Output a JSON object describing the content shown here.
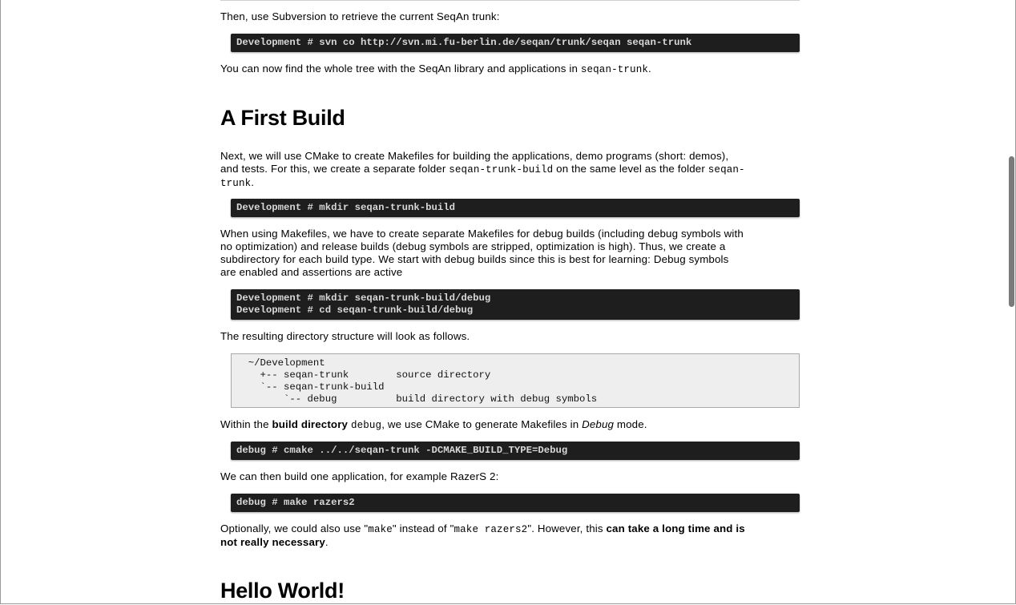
{
  "para_svn": "Then, use Subversion to retrieve the current SeqAn trunk:",
  "cmd_svn": "Development # svn co http://svn.mi.fu-berlin.de/seqan/trunk/seqan seqan-trunk",
  "para_tree_a": "You can now find the whole tree with the SeqAn library and applications in ",
  "para_tree_code": "seqan-trunk",
  "para_tree_b": ".",
  "heading_first_build": "A First Build",
  "para_next_a": "Next, we will use CMake to create Makefiles for building the applications, demo programs (short: demos),",
  "para_next_b": "and tests. For this, we create a separate folder ",
  "para_next_code1": "seqan-trunk-build",
  "para_next_c": " on the same level as the folder ",
  "para_next_code2a": "seqan-",
  "para_next_code2b": "trunk",
  "para_next_d": ".",
  "cmd_mkdir": "Development # mkdir seqan-trunk-build",
  "para_make_1": "When using Makefiles, we have to create separate Makefiles for debug builds (including debug symbols with",
  "para_make_2": "no optimization) and release builds (debug symbols are stripped, optimization is high). Thus, we create a",
  "para_make_3": "subdirectory for each build type. We start with debug builds since this is best for learning: Debug symbols",
  "para_make_4": "are enabled and assertions are active",
  "cmd_debug_1": "Development # mkdir seqan-trunk-build/debug",
  "cmd_debug_2": "Development # cd seqan-trunk-build/debug",
  "para_structure": "The resulting directory structure will look as follows.",
  "tree_lines": [
    "  ~/Development",
    "    +-- seqan-trunk        source directory",
    "    `-- seqan-trunk-build",
    "        `-- debug          build directory with debug symbols"
  ],
  "para_within_a": "Within the ",
  "para_within_bold": "build directory",
  "para_within_code": "debug",
  "para_within_b": ", we use CMake to generate Makefiles in ",
  "para_within_em": "Debug",
  "para_within_c": " mode.",
  "cmd_cmake": "debug # cmake ../../seqan-trunk -DCMAKE_BUILD_TYPE=Debug",
  "para_build_one": "We can then build one application, for example RazerS 2:",
  "cmd_make_razers": "debug # make razers2",
  "para_opt_a": "Optionally, we could also use \"",
  "para_opt_code1": "make",
  "para_opt_b": "\" instead of \"",
  "para_opt_code2": "make razers2",
  "para_opt_c": "\". However, this ",
  "para_opt_bold1": "can take a long time and is",
  "para_opt_bold2": "not really necessary",
  "para_opt_d": ".",
  "heading_hello": "Hello World!"
}
